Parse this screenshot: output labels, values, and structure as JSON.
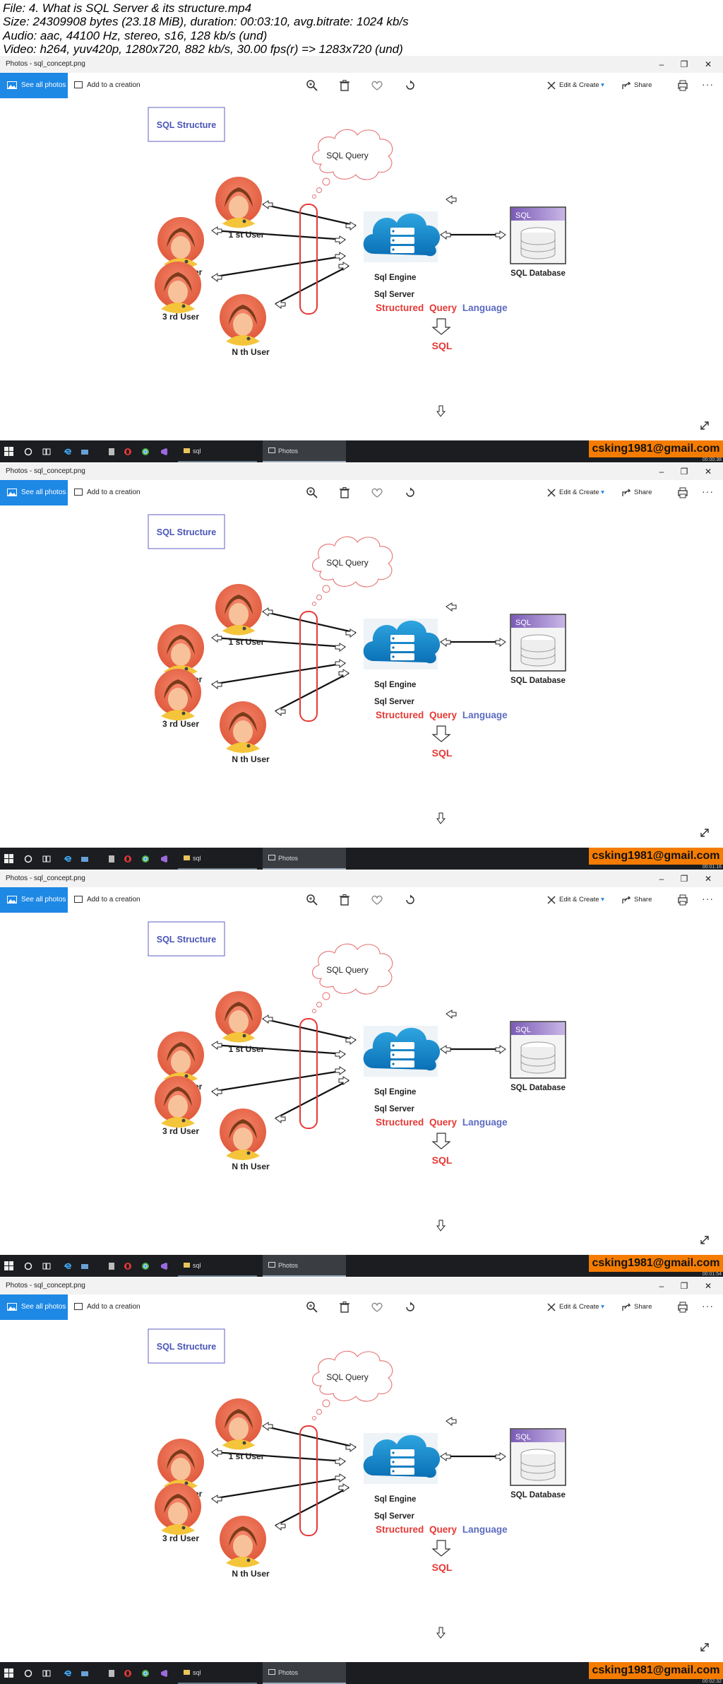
{
  "meta": {
    "lines": [
      "File: 4. What is SQL Server & its structure.mp4",
      "Size: 24309908 bytes (23.18 MiB), duration: 00:03:10, avg.bitrate: 1024 kb/s",
      "Audio: aac, 44100 Hz, stereo, s16, 128 kb/s (und)",
      "Video: h264, yuv420p, 1280x720, 882 kb/s, 30.00 fps(r) => 1283x720 (und)"
    ]
  },
  "window": {
    "title": "Photos - sql_concept.png",
    "minimize_glyph": "–",
    "maximize_glyph": "❐",
    "close_glyph": "✕"
  },
  "toolbar": {
    "see_all_label": "See all photos",
    "add_creation_label": "Add to a creation",
    "edit_create_label": "Edit & Create",
    "share_label": "Share",
    "more_glyph": "···"
  },
  "diagram": {
    "title": "SQL Structure",
    "cloud_label": "SQL Query",
    "users": [
      "1 st User",
      "2 nd User",
      "3 rd User",
      "N th User"
    ],
    "engine_label_1": "Sql Engine",
    "engine_label_2": "Sql Server",
    "db_header": "SQL",
    "db_label": "SQL Database",
    "sql_word_1": "Structured",
    "sql_word_2": "Query",
    "sql_word_3": "Language",
    "sql_short": "SQL"
  },
  "taskbar": {
    "sql_label": "sql",
    "photos_label": "Photos",
    "email": "csking1981@gmail.com"
  },
  "frames": [
    {
      "stamp": "00:00:38"
    },
    {
      "stamp": "00:01:16"
    },
    {
      "stamp": "00:01:54"
    },
    {
      "stamp": "00:02:32"
    }
  ],
  "colors": {
    "accent": "#1e88e5",
    "sql_red": "#e53935",
    "sql_blue": "#5c6bc0",
    "email_badge": "#f57c00",
    "taskbar": "#1b1d20"
  }
}
